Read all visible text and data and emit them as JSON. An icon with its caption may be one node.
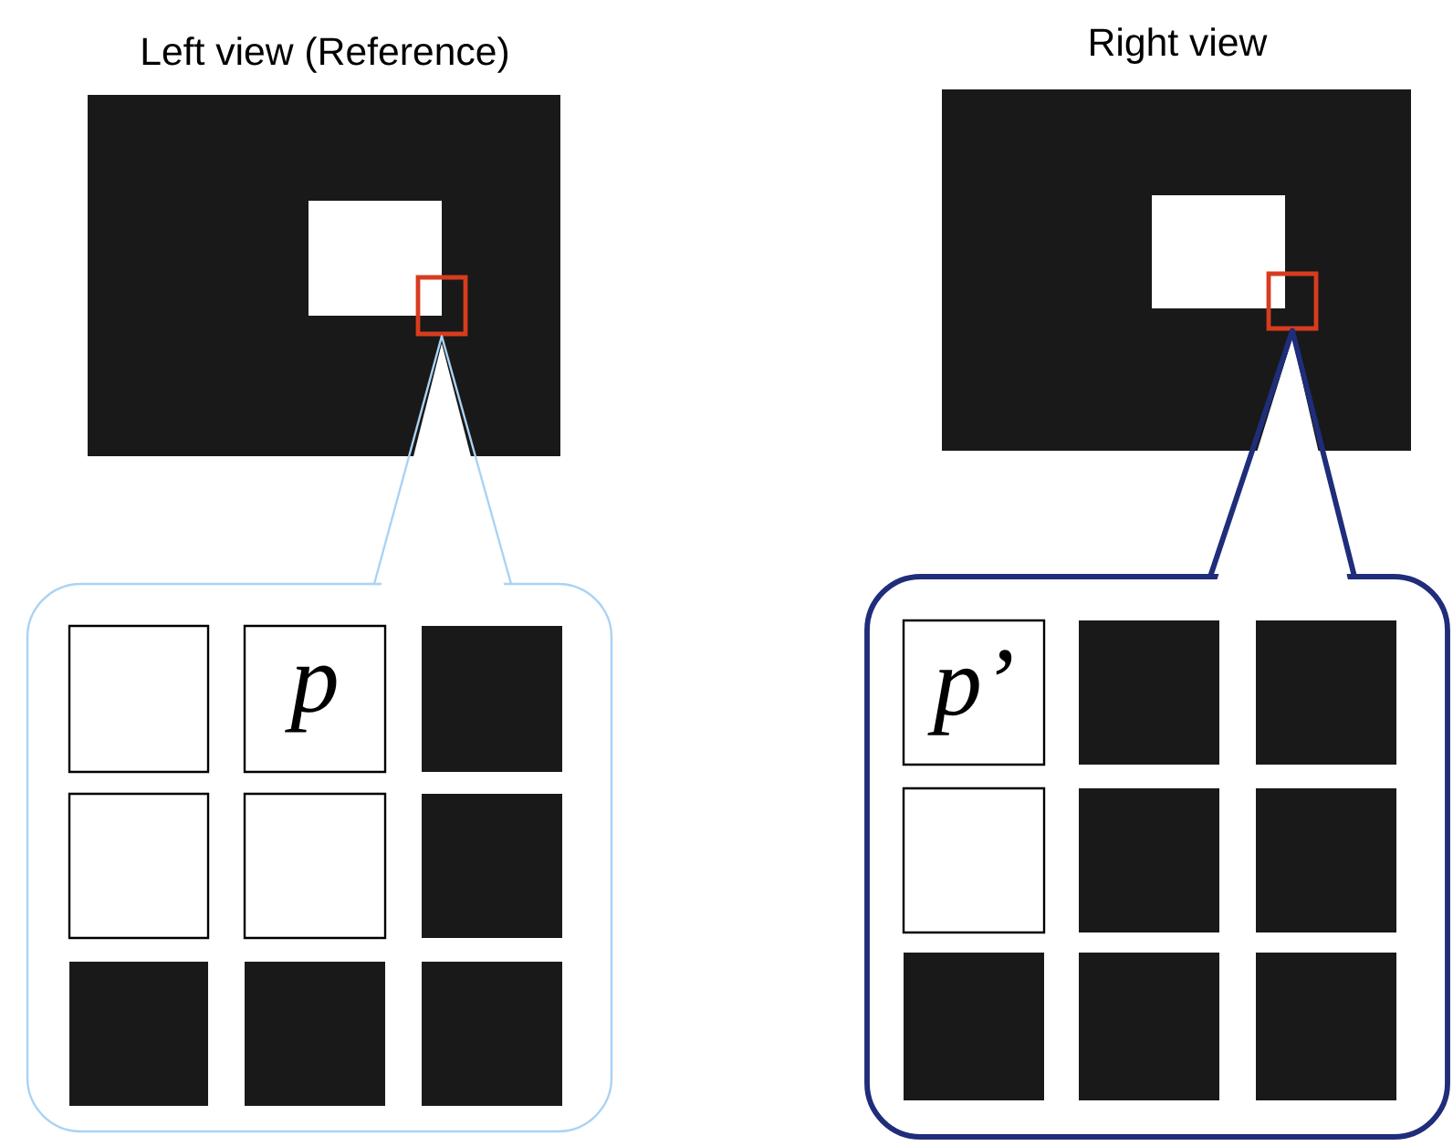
{
  "diagram": {
    "nodes": [
      {
        "text": [
          "Left view (Reference)"
        ]
      },
      {
        "text": [],
        "shape": "rectangle",
        "in": 0
      },
      {
        "text": [],
        "shape": "box",
        "in": 0
      },
      {
        "text": [],
        "shape": "box"
      },
      {
        "text": [],
        "shape": "box",
        "in": 3
      },
      {
        "text": [
          "p"
        ],
        "in": 3
      },
      {
        "text": [],
        "shape": "block",
        "in": 3
      },
      {
        "text": [],
        "shape": "box",
        "in": 3
      },
      {
        "text": [],
        "shape": "box",
        "in": 3
      },
      {
        "text": [],
        "shape": "block",
        "in": 3
      },
      {
        "text": [],
        "shape": "block",
        "in": 3
      },
      {
        "text": [],
        "shape": "block",
        "in": 3
      },
      {
        "text": [],
        "shape": "block",
        "in": 3
      },
      {
        "text": [
          "Right view"
        ]
      },
      {
        "text": [],
        "shape": "rectangle",
        "in": 13
      },
      {
        "text": [],
        "shape": "box",
        "in": 13
      },
      {
        "text": [],
        "shape": "box"
      },
      {
        "text": [
          "p’"
        ],
        "in": 16
      },
      {
        "text": [],
        "shape": "block",
        "in": 16
      },
      {
        "text": [],
        "shape": "block",
        "in": 16
      },
      {
        "text": [],
        "shape": "box",
        "in": 16
      },
      {
        "text": [],
        "shape": "block",
        "in": 16
      },
      {
        "text": [],
        "shape": "block",
        "in": 16
      },
      {
        "text": [],
        "shape": "block",
        "in": 16
      },
      {
        "text": [],
        "shape": "block",
        "in": 16
      },
      {
        "text": [],
        "shape": "block",
        "in": 16
      }
    ],
    "edges": [
      {
        "from": 2,
        "to": 3,
        "arrow": "none",
        "color": "#a9d3f5"
      },
      {
        "from": 15,
        "to": 16,
        "arrow": "none",
        "color": "#1f2d7a",
        "style": "thick"
      }
    ]
  }
}
